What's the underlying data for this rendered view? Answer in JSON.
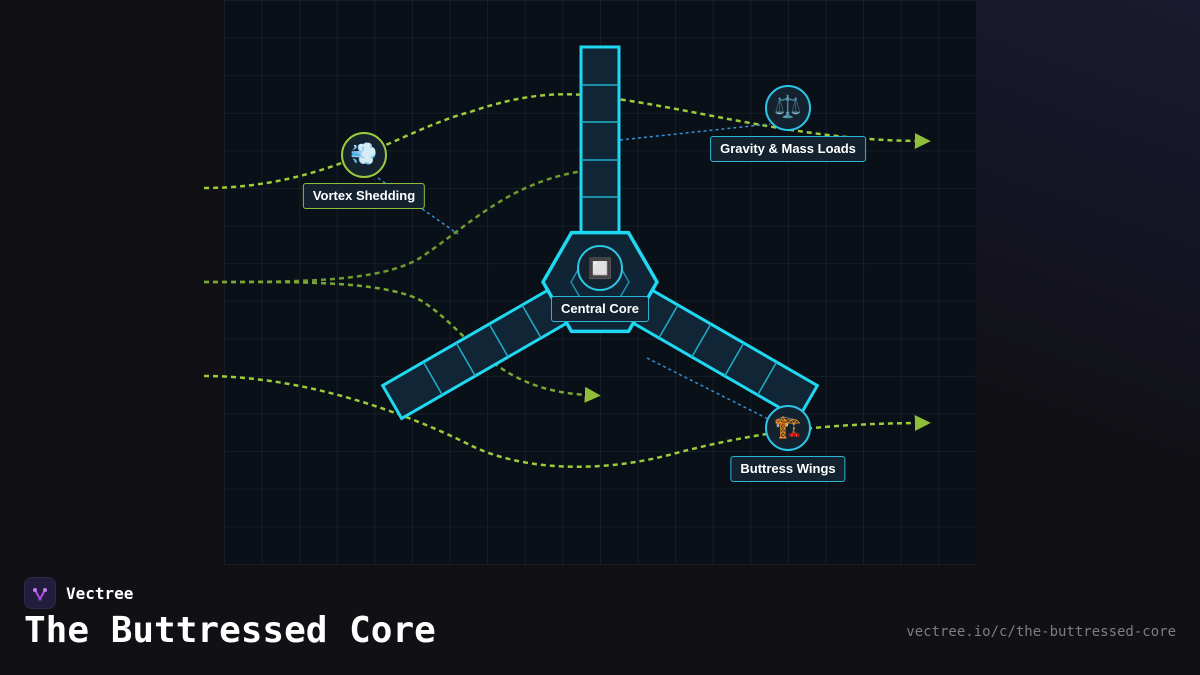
{
  "brand": {
    "name": "Vectree",
    "logo_icon": "vectree-logo-icon"
  },
  "title": "The Buttressed Core",
  "url": "vectree.io/c/the-buttressed-core",
  "colors": {
    "structure": "#1fd8f2",
    "wind_flow": "#8fbf3a",
    "label_bg": "#13222e",
    "background": "#111014"
  },
  "nodes": [
    {
      "id": "vortex",
      "label": "Vortex Shedding",
      "icon": "wind-icon",
      "glyph": "💨",
      "accent": "green"
    },
    {
      "id": "gravity",
      "label": "Gravity & Mass Loads",
      "icon": "balance-scale-icon",
      "glyph": "⚖️",
      "accent": "cyan"
    },
    {
      "id": "core",
      "label": "Central Core",
      "icon": "core-block-icon",
      "glyph": "🔲",
      "accent": "cyan"
    },
    {
      "id": "wings",
      "label": "Buttress Wings",
      "icon": "construction-crane-icon",
      "glyph": "🏗️",
      "accent": "cyan"
    }
  ]
}
